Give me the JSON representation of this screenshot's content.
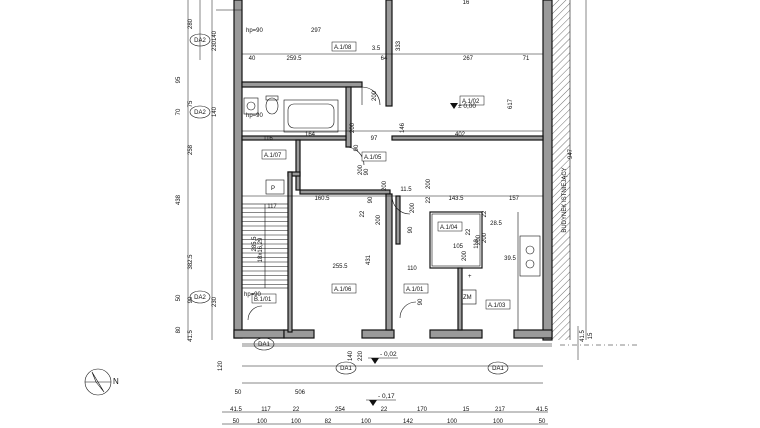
{
  "rooms": [
    {
      "id": "r108",
      "label": "A.1/08"
    },
    {
      "id": "r102",
      "label": "A.1/02"
    },
    {
      "id": "r107",
      "label": "A.1/07"
    },
    {
      "id": "r105",
      "label": "A.1/05"
    },
    {
      "id": "r106",
      "label": "A.1/06"
    },
    {
      "id": "r101",
      "label": "A.1/01"
    },
    {
      "id": "r104",
      "label": "A.1/04"
    },
    {
      "id": "r103",
      "label": "A.1/03"
    },
    {
      "id": "rb101",
      "label": "B.1/01"
    }
  ],
  "levels": {
    "floor": "± 0,00",
    "ext_1": "- 0,02",
    "ext_2": "- 0,17"
  },
  "building_label": "BUDYNEK ISTNIEJĄCY",
  "symbols": {
    "p": "P",
    "zm": "ZM",
    "hp90_top": "hp=90",
    "hp90_mid": "hp=90",
    "hp90_bot": "hp=90",
    "plus": "+",
    "stairs": "18x16,29",
    "stairs_width": "285,5"
  },
  "axis_tags": [
    "DA2",
    "DA2",
    "DA2",
    "DA1",
    "DA1",
    "DA1"
  ],
  "compass": "N",
  "dims": {
    "top_h": [
      "297",
      "3.5",
      "16",
      "40",
      "259.5",
      "64",
      "267",
      "71",
      "116",
      "164",
      "97",
      "402",
      "117",
      "160.5",
      "11.5",
      "143.5",
      "157",
      "255.5",
      "110",
      "105",
      "28.5",
      "39.5",
      "506",
      "50"
    ],
    "top_v": [
      "333",
      "200",
      "617",
      "146",
      "90",
      "200",
      "200",
      "90",
      "200",
      "90",
      "200",
      "431",
      "200",
      "200",
      "90",
      "200",
      "200",
      "90",
      "22",
      "22",
      "22",
      "22",
      "118",
      "200",
      "947",
      "41.5",
      "15",
      "120",
      "140",
      "220"
    ],
    "left_v": [
      "280",
      "140",
      "230",
      "95",
      "75",
      "70",
      "140",
      "258",
      "438",
      "382.5",
      "50",
      "90",
      "230",
      "80",
      "41.5"
    ],
    "bottom_row1": [
      "41.5",
      "117",
      "22",
      "254",
      "22",
      "170",
      "15",
      "217",
      "41.5"
    ],
    "bottom_row2": [
      "50",
      "100",
      "100",
      "82",
      "100",
      "142",
      "100",
      "100",
      "50"
    ]
  }
}
